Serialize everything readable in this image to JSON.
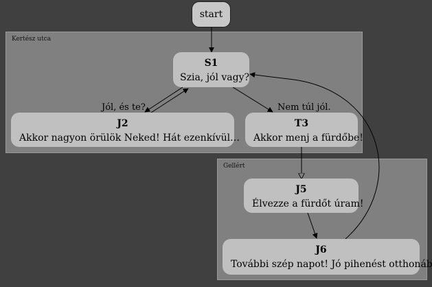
{
  "start": {
    "label": "start"
  },
  "clusters": {
    "kertesz": {
      "label": "Kertész utca"
    },
    "gellert": {
      "label": "Gellért"
    }
  },
  "nodes": {
    "S1": {
      "id": "S1",
      "text": "Szia, jól vagy?"
    },
    "J2": {
      "id": "J2",
      "text": "Akkor nagyon örülök Neked! Hát ezenkívül…"
    },
    "T3": {
      "id": "T3",
      "text": "Akkor menj a fürdőbe!"
    },
    "J5": {
      "id": "J5",
      "text": "Élvezze a fürdőt úram!"
    },
    "J6": {
      "id": "J6",
      "text": "További szép napot! Jó pihenést otthonában!"
    }
  },
  "edges": {
    "s1_j2": {
      "label": "Jól, és te?"
    },
    "s1_t3": {
      "label": "Nem túl jól."
    }
  },
  "colors": {
    "background": "#404040",
    "cluster": "#808080",
    "node": "#c0c0c0",
    "edge": "#000000"
  }
}
